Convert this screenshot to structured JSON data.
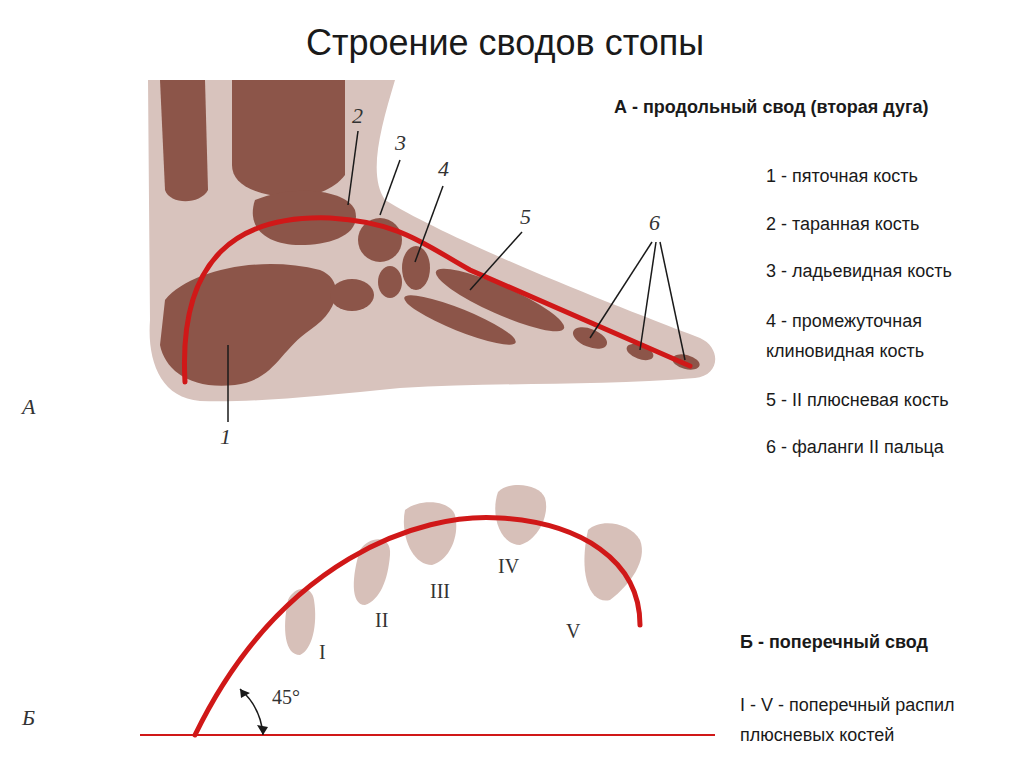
{
  "diagram": {
    "title": "Строение сводов стопы",
    "labels": [
      "А - продольный свод (вторая дуга)",
      "1 - пяточная кость",
      "2 - таранная кость",
      "3 - ладьевидная кость",
      "4 - промежуточная клиновидная кость",
      "5 - II плюсневая кость",
      "6 - фаланги II пальца",
      "Б - поперечный свод",
      "I - V - поперечный распил плюсневых костей",
      "2",
      "3",
      "4",
      "5",
      "6",
      "1",
      "А",
      "I",
      "II",
      "III",
      "IV",
      "V",
      "45°",
      "Б"
    ]
  }
}
